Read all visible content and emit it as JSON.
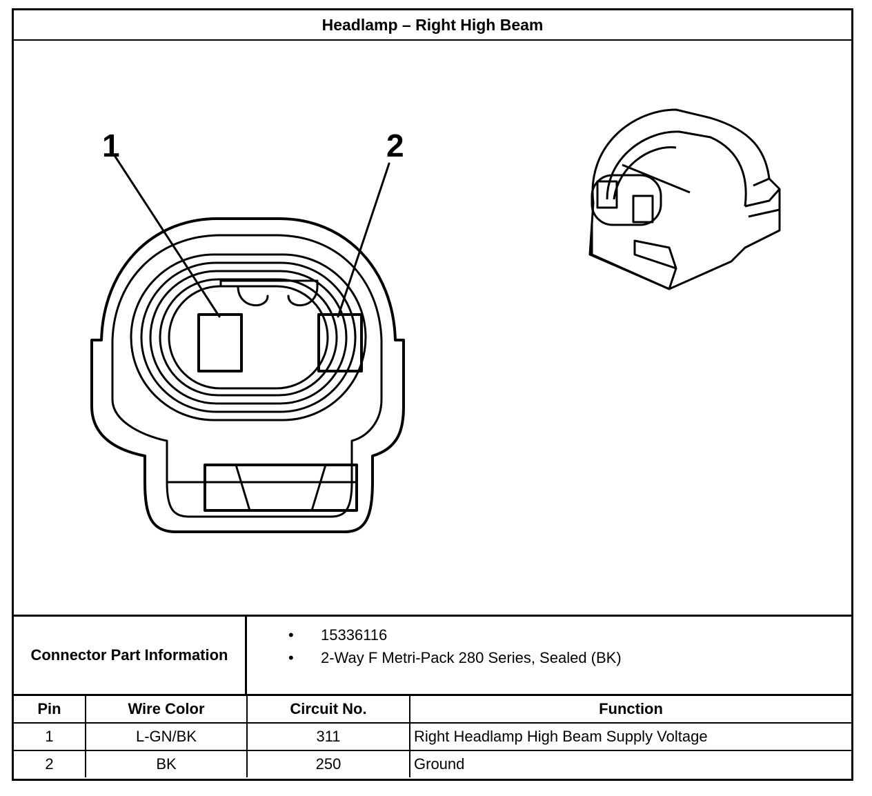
{
  "title": "Headlamp – Right High Beam",
  "diagram": {
    "pin_labels": [
      "1",
      "2"
    ]
  },
  "connector_info": {
    "label": "Connector Part Information",
    "items": [
      "15336116",
      "2-Way F Metri-Pack 280 Series, Sealed (BK)"
    ],
    "bullet": "•"
  },
  "pin_table": {
    "headers": [
      "Pin",
      "Wire Color",
      "Circuit No.",
      "Function"
    ],
    "rows": [
      [
        "1",
        "L-GN/BK",
        "311",
        "Right Headlamp High Beam Supply Voltage"
      ],
      [
        "2",
        "BK",
        "250",
        "Ground"
      ]
    ]
  }
}
